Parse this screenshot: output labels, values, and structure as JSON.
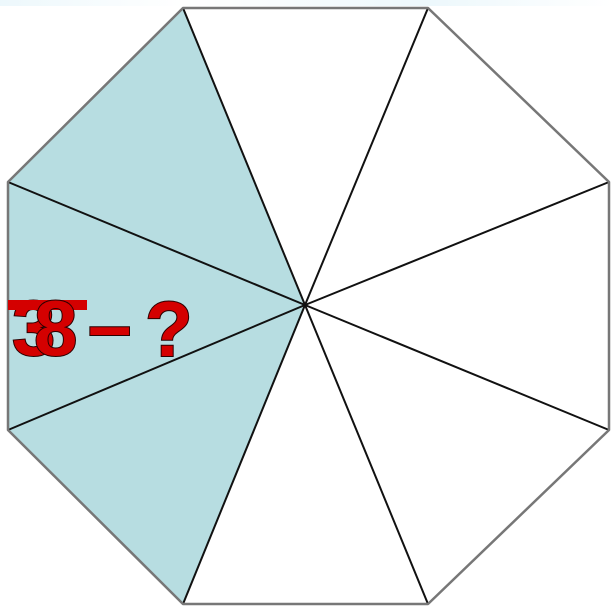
{
  "diagram": {
    "shape": "octagon",
    "sectors_total": 8,
    "sectors_shaded": 3,
    "colors": {
      "shaded_fill": "#b7dde1",
      "unshaded_fill": "#ffffff",
      "outline": "#777777",
      "radial_lines": "#111111",
      "label_fill": "#d40000",
      "label_outline": "#2b0000"
    }
  },
  "label": {
    "text": "3/8 – ?",
    "numerator": "3",
    "denominator": "8",
    "dash": "–",
    "question": "?"
  }
}
